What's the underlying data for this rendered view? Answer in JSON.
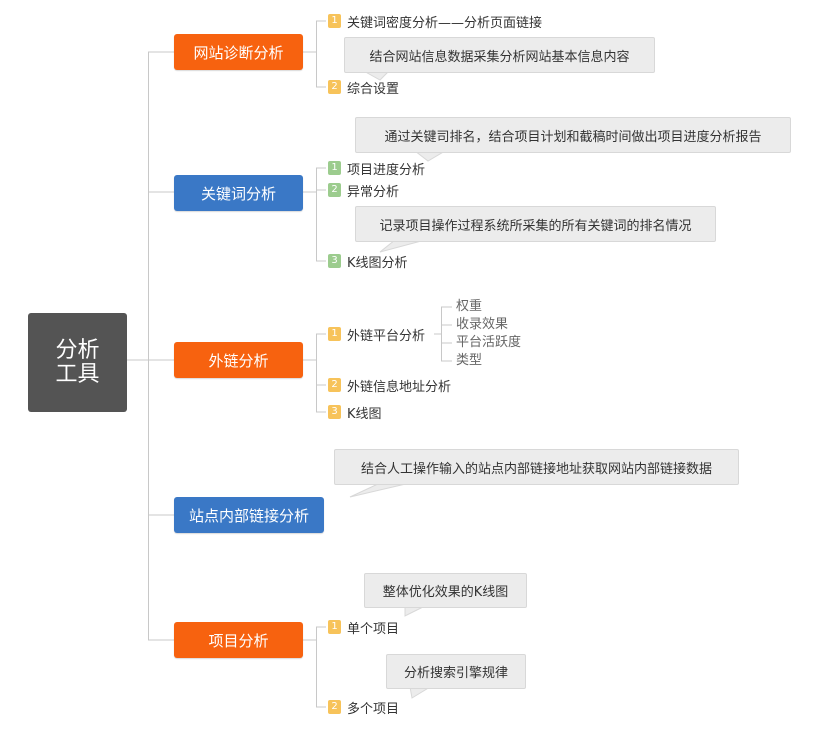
{
  "central": {
    "line1": "分析",
    "line2": "工具"
  },
  "colors": {
    "orange": "#f7620f",
    "blue": "#3a78c6",
    "central": "#545454",
    "badge_yellow": "#f7c35a",
    "badge_green": "#9ccc8e"
  },
  "topics": {
    "site_diagnosis": {
      "label": "网站诊断分析",
      "items": [
        {
          "num": "1",
          "label": "关键词密度分析——分析页面链接"
        },
        {
          "num": "2",
          "label": "综合设置"
        }
      ],
      "note": "结合网站信息数据采集分析网站基本信息内容"
    },
    "keyword": {
      "label": "关键词分析",
      "note1": "通过关键司排名，结合项目计划和截稿时间做出项目进度分析报告",
      "items": [
        {
          "num": "1",
          "label": "项目进度分析"
        },
        {
          "num": "2",
          "label": "异常分析"
        },
        {
          "num": "3",
          "label": "K线图分析"
        }
      ],
      "note2": "记录项目操作过程系统所采集的所有关键词的排名情况"
    },
    "external_links": {
      "label": "外链分析",
      "items": [
        {
          "num": "1",
          "label": "外链平台分析"
        },
        {
          "num": "2",
          "label": "外链信息地址分析"
        },
        {
          "num": "3",
          "label": "K线图"
        }
      ],
      "subitems": [
        "权重",
        "收录效果",
        "平台活跃度",
        "类型"
      ]
    },
    "internal_links": {
      "label": "站点内部链接分析",
      "note": "结合人工操作输入的站点内部链接地址获取网站内部链接数据"
    },
    "project": {
      "label": "项目分析",
      "note1": "整体优化效果的K线图",
      "items": [
        {
          "num": "1",
          "label": "单个项目"
        },
        {
          "num": "2",
          "label": "多个项目"
        }
      ],
      "note2": "分析搜索引擎规律"
    }
  }
}
